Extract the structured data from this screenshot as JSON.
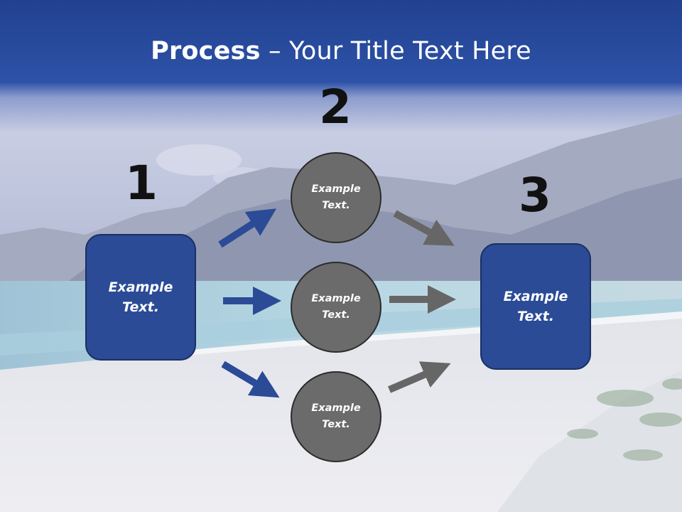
{
  "title": {
    "bold": "Process",
    "rest": " – Your Title Text Here"
  },
  "steps": [
    {
      "number": "1",
      "text": "Example\nText."
    },
    {
      "number": "2"
    },
    {
      "number": "3",
      "text": "Example\nText."
    }
  ],
  "circles": [
    {
      "text": "Example\nText."
    },
    {
      "text": "Example\nText."
    },
    {
      "text": "Example\nText."
    }
  ],
  "colors": {
    "box_fill": "#2b4b97",
    "circle_fill": "#6b6b6b",
    "blue_arrow": "#2b4b97",
    "gray_arrow": "#666666",
    "header_band": "#2a4fa3"
  }
}
